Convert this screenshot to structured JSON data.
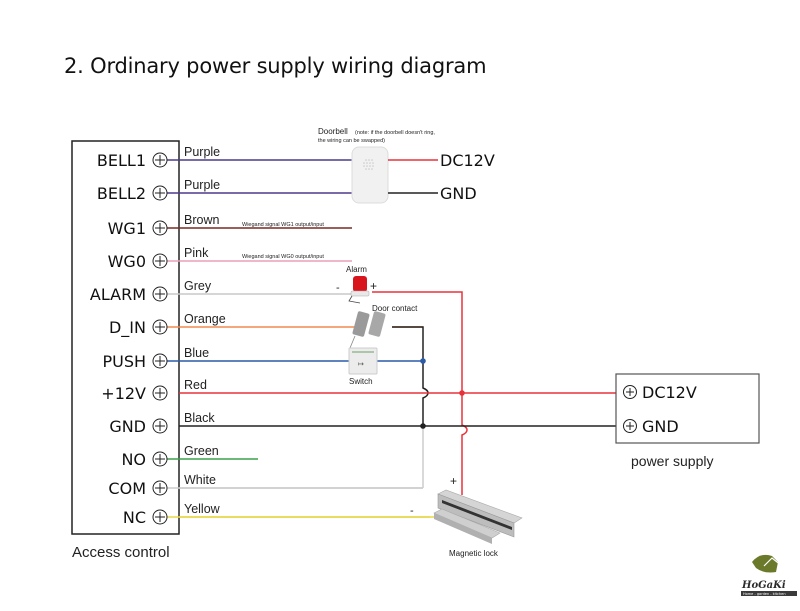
{
  "title": "2. Ordinary power supply wiring diagram",
  "access_control": {
    "label": "Access control",
    "terminals": [
      {
        "name": "BELL1",
        "wire": "Purple",
        "color": "#4b3a8c"
      },
      {
        "name": "BELL2",
        "wire": "Purple",
        "color": "#4b3a8c"
      },
      {
        "name": "WG1",
        "wire": "Brown",
        "color": "#7a2a22"
      },
      {
        "name": "WG0",
        "wire": "Pink",
        "color": "#e8a0b8"
      },
      {
        "name": "ALARM",
        "wire": "Grey",
        "color": "#c8c8c8"
      },
      {
        "name": "D_IN",
        "wire": "Orange",
        "color": "#f08a4b"
      },
      {
        "name": "PUSH",
        "wire": "Blue",
        "color": "#2a5aa8"
      },
      {
        "name": "+12V",
        "wire": "Red",
        "color": "#e8323a"
      },
      {
        "name": "GND",
        "wire": "Black",
        "color": "#222222"
      },
      {
        "name": "NO",
        "wire": "Green",
        "color": "#3aa04a"
      },
      {
        "name": "COM",
        "wire": "White",
        "color": "#cccccc"
      },
      {
        "name": "NC",
        "wire": "Yellow",
        "color": "#e8d84a"
      }
    ]
  },
  "doorbell": {
    "label": "Doorbell",
    "note_line1": "(note: if the doorbell doesn't ring,",
    "note_line2": "the wiring can be swapped)",
    "dc_label": "DC12V",
    "gnd_label": "GND"
  },
  "wiegand": {
    "wg1_note": "Wiegand signal WG1 output/input",
    "wg0_note": "Wiegand signal WG0 output/input"
  },
  "alarm": {
    "label": "Alarm",
    "minus": "-",
    "plus": "+"
  },
  "door_contact": {
    "label": "Door contact"
  },
  "switch": {
    "label": "Switch"
  },
  "magnetic_lock": {
    "label": "Magnetic lock",
    "plus": "+",
    "minus": "-"
  },
  "power_supply": {
    "label": "power supply",
    "dc_label": "DC12V",
    "gnd_label": "GND"
  },
  "logo": {
    "brand": "HoGaKi",
    "tagline": "Home - garden - kitchen"
  }
}
